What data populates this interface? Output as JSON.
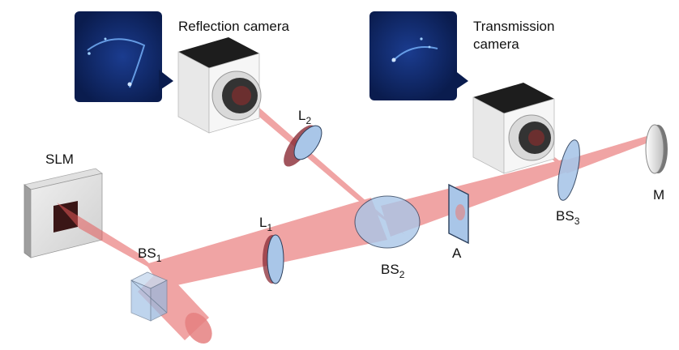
{
  "labels": {
    "reflection_camera": "Reflection camera",
    "transmission_camera_line1": "Transmission",
    "transmission_camera_line2": "camera",
    "slm": "SLM",
    "bs1": {
      "main": "BS",
      "sub": "1"
    },
    "bs2": {
      "main": "BS",
      "sub": "2"
    },
    "bs3": {
      "main": "BS",
      "sub": "3"
    },
    "l1": {
      "main": "L",
      "sub": "1"
    },
    "l2": {
      "main": "L",
      "sub": "2"
    },
    "aperture": "A",
    "mirror": "M"
  },
  "colors": {
    "beam": "#e45a5a",
    "optic_blue": "#a9c6e8",
    "optic_edge": "#2b3f5c",
    "lens_rim": "#8a2b35",
    "camera_body": "#f3f3f3",
    "camera_top": "#1d1d1d",
    "speckle_bg": "#0a1c4e"
  }
}
